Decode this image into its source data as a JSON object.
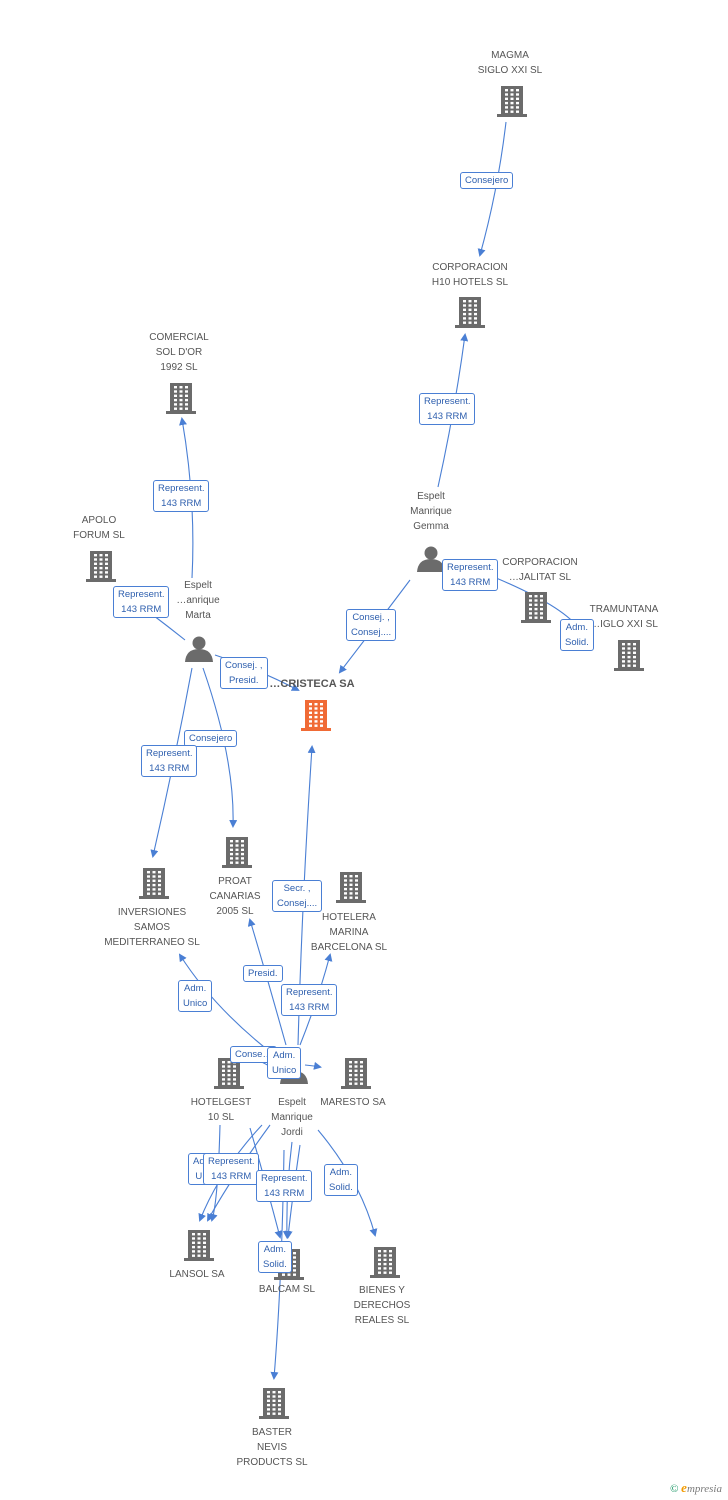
{
  "colors": {
    "edge": "#4a7fd4",
    "company": "#6b6b6b",
    "main_company": "#f06a35",
    "person": "#6b6b6b"
  },
  "nodes": [
    {
      "id": "magma",
      "type": "company",
      "label": "MAGMA\nSIGLO XXI SL"
    },
    {
      "id": "h10",
      "type": "company",
      "label": "CORPORACION\nH10 HOTELS SL"
    },
    {
      "id": "comercial",
      "type": "company",
      "label": "COMERCIAL\nSOL D'OR\n1992 SL"
    },
    {
      "id": "apolo",
      "type": "company",
      "label": "APOLO\nFORUM SL"
    },
    {
      "id": "gemma",
      "type": "person",
      "label": "Espelt\nManrique\nGemma"
    },
    {
      "id": "corpjalitat",
      "type": "company",
      "label": "CORPORACION\n…JALITAT SL"
    },
    {
      "id": "tramuntana",
      "type": "company",
      "label": "TRAMUNTANA\n…IGLO XXI SL"
    },
    {
      "id": "marta",
      "type": "person",
      "label": "Espelt\n…anrique\nMarta"
    },
    {
      "id": "cristeca",
      "type": "main",
      "label": "…CRISTECA SA"
    },
    {
      "id": "inversiones",
      "type": "company",
      "label": "INVERSIONES\nSAMOS\nMEDITERRANEO SL"
    },
    {
      "id": "proat",
      "type": "company",
      "label": "PROAT\nCANARIAS\n2005 SL"
    },
    {
      "id": "hotelera",
      "type": "company",
      "label": "HOTELERA\nMARINA\nBARCELONA SL"
    },
    {
      "id": "hotelgest",
      "type": "company",
      "label": "HOTELGEST\n10 SL"
    },
    {
      "id": "jordi",
      "type": "person",
      "label": "Espelt\nManrique\nJordi"
    },
    {
      "id": "maresto",
      "type": "company",
      "label": "MARESTO SA"
    },
    {
      "id": "lansol",
      "type": "company",
      "label": "LANSOL SA"
    },
    {
      "id": "balcam",
      "type": "company",
      "label": "BALCAM SL"
    },
    {
      "id": "bienes",
      "type": "company",
      "label": "BIENES Y\nDERECHOS\nREALES SL"
    },
    {
      "id": "baster",
      "type": "company",
      "label": "BASTER\nNEVIS\nPRODUCTS SL"
    }
  ],
  "edges": [
    {
      "from": "magma",
      "to": "h10",
      "label": "Consejero"
    },
    {
      "from": "gemma",
      "to": "h10",
      "label": "Represent.\n143 RRM"
    },
    {
      "from": "gemma",
      "to": "cristeca",
      "label": "Consej. ,\nConsej...."
    },
    {
      "from": "gemma",
      "to": "corpjalitat",
      "label": "Represent.\n143 RRM"
    },
    {
      "from": "gemma",
      "to": "tramuntana",
      "label": "Adm.\nSolid."
    },
    {
      "from": "marta",
      "to": "comercial",
      "label": "Represent.\n143 RRM"
    },
    {
      "from": "marta",
      "to": "apolo",
      "label": "Represent.\n143 RRM"
    },
    {
      "from": "marta",
      "to": "cristeca",
      "label": "Consej. ,\nPresid."
    },
    {
      "from": "marta",
      "to": "proat",
      "label": "Consejero"
    },
    {
      "from": "marta",
      "to": "inversiones",
      "label": "Represent.\n143 RRM"
    },
    {
      "from": "jordi",
      "to": "cristeca",
      "label": "Secr. ,\nConsej...."
    },
    {
      "from": "jordi",
      "to": "proat",
      "label": "Presid."
    },
    {
      "from": "jordi",
      "to": "hotelera",
      "label": "Represent.\n143 RRM"
    },
    {
      "from": "jordi",
      "to": "inversiones",
      "label": "Adm.\nUnico"
    },
    {
      "from": "jordi",
      "to": "hotelgest",
      "label": "Conse…"
    },
    {
      "from": "jordi",
      "to": "maresto",
      "label": "Adm.\nUnico"
    },
    {
      "from": "jordi",
      "to": "lansol",
      "label": "Ad…\nU…"
    },
    {
      "from": "jordi",
      "to": "lansol",
      "label": "Represent.\n143 RRM"
    },
    {
      "from": "jordi",
      "to": "balcam",
      "label": "Represent.\n143 RRM"
    },
    {
      "from": "jordi",
      "to": "bienes",
      "label": "Adm.\nSolid."
    },
    {
      "from": "jordi",
      "to": "baster",
      "label": "Adm.\nSolid."
    }
  ],
  "watermark": {
    "copyright": "©",
    "brand_e": "e",
    "brand_rest": "mpresia"
  }
}
